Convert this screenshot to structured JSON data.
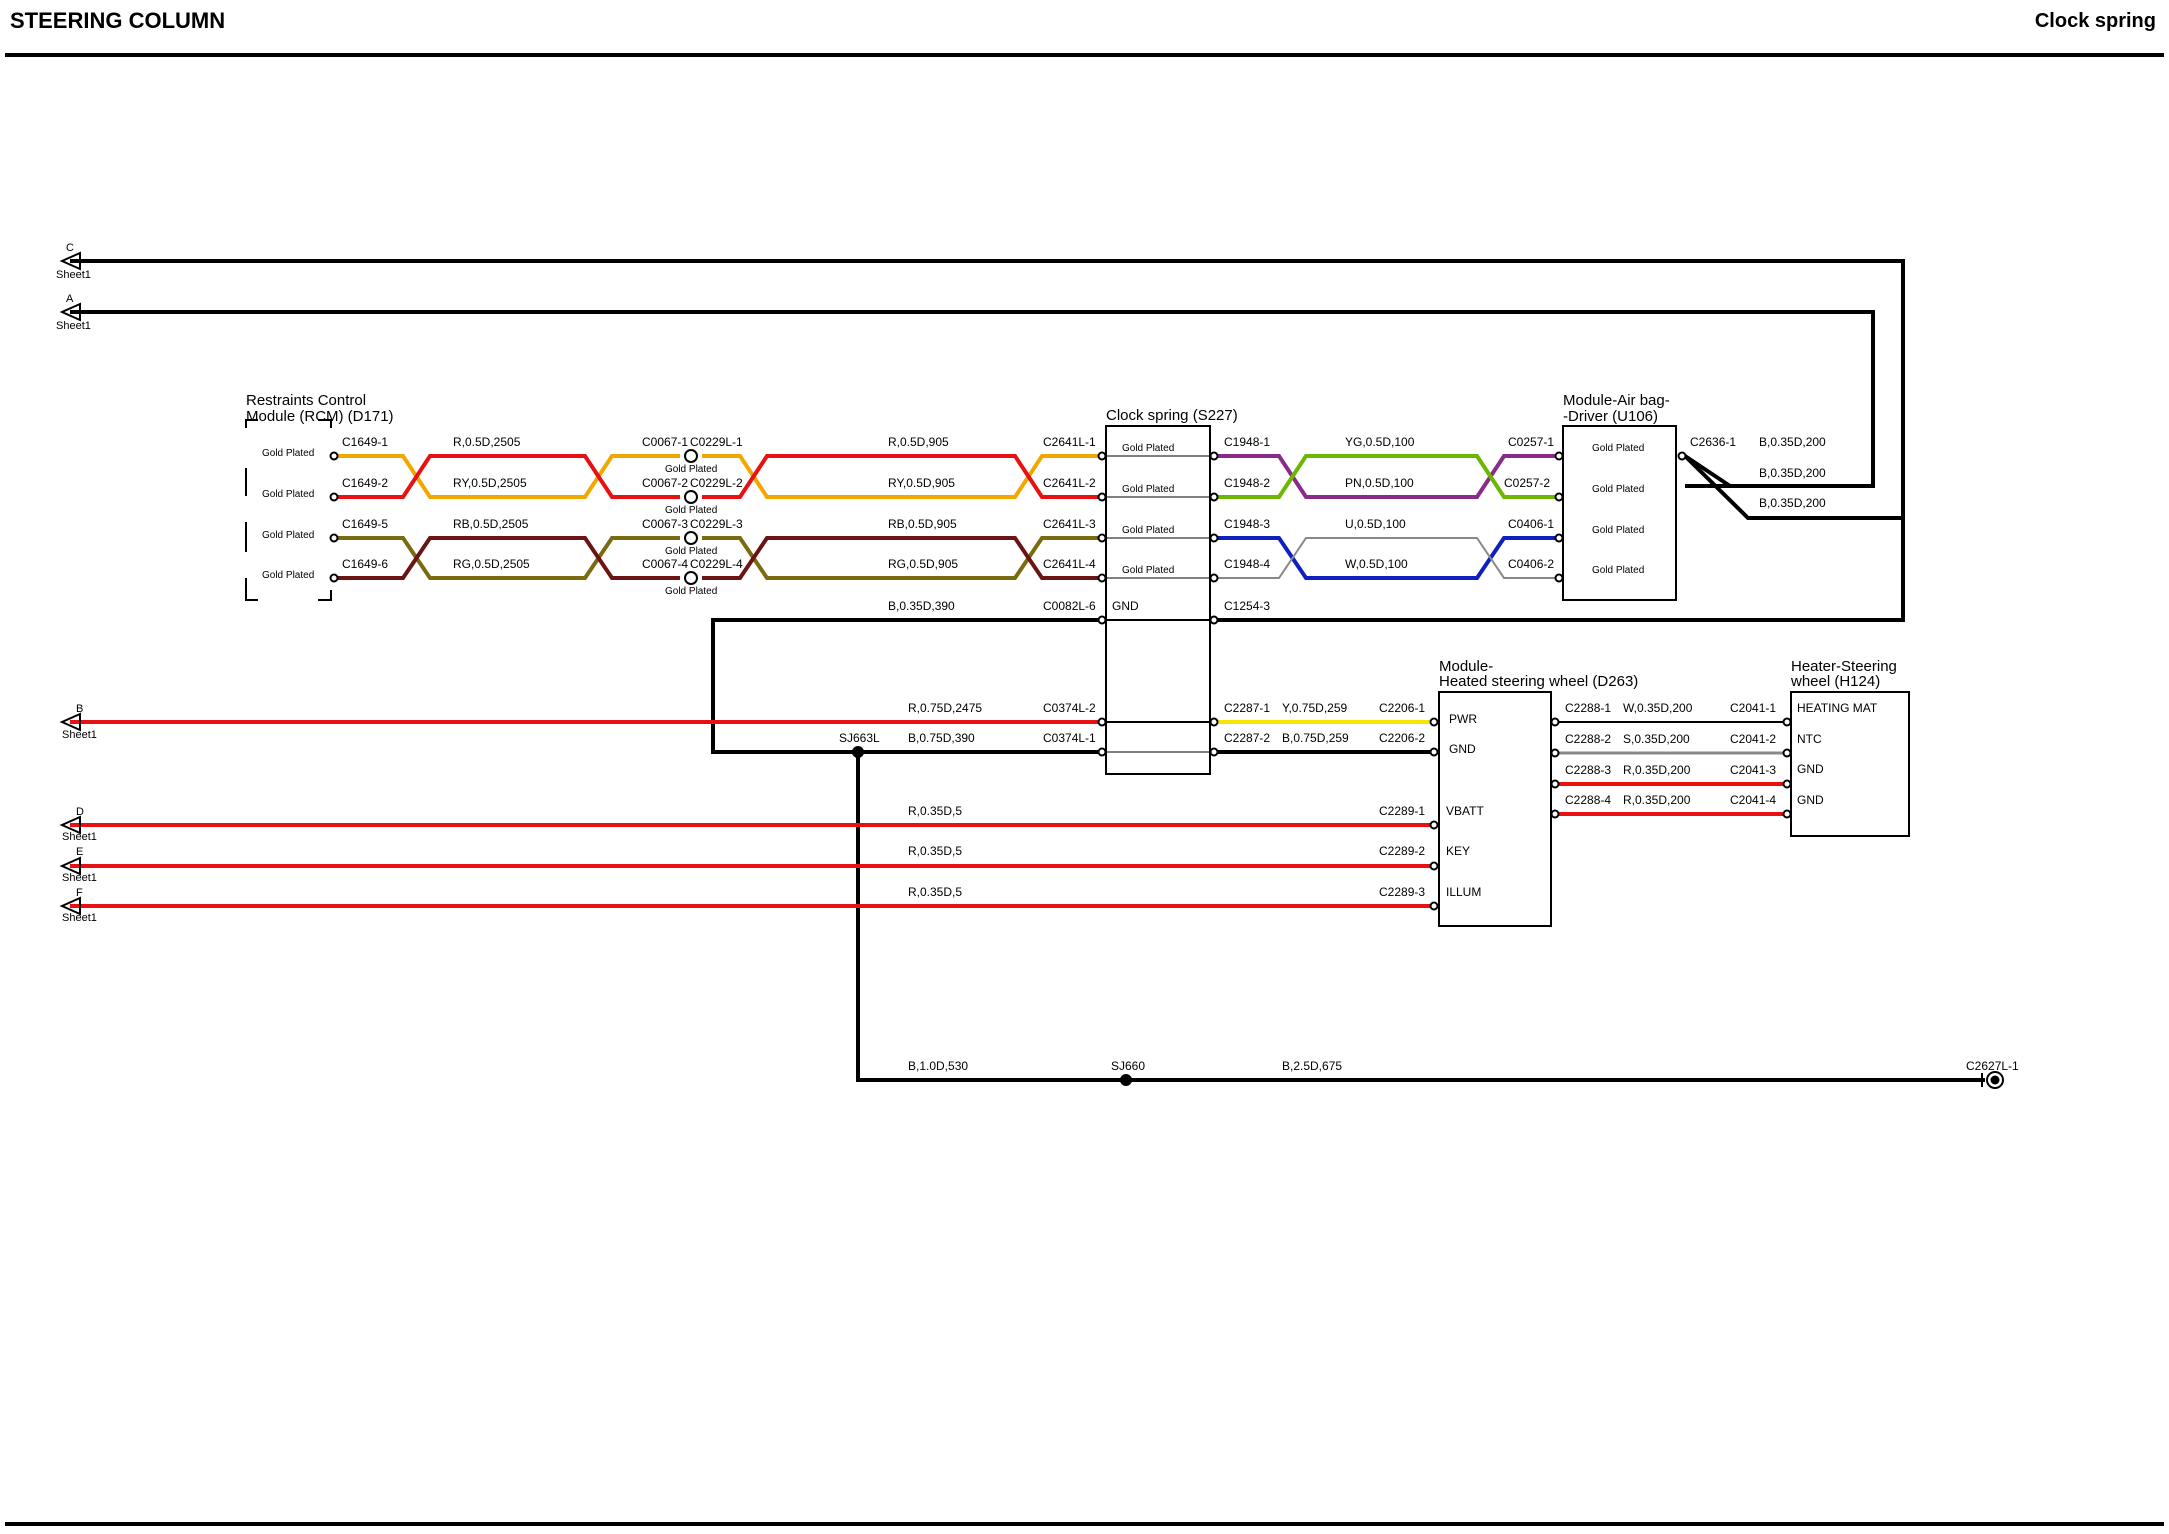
{
  "header": {
    "title": "STEERING COLUMN",
    "subtitle": "Clock spring"
  },
  "colors": {
    "red": "#e81010",
    "orange": "#f0a800",
    "yellow": "#f5e600",
    "brown": "#6a1414",
    "olive": "#7a6a10",
    "purple": "#8a2a8a",
    "green": "#6ab800",
    "blue": "#1020c0",
    "gray": "#888888",
    "black": "#000000"
  },
  "offsheet": {
    "C": {
      "letter": "C",
      "sheet": "Sheet1"
    },
    "A": {
      "letter": "A",
      "sheet": "Sheet1"
    },
    "B": {
      "letter": "B",
      "sheet": "Sheet1"
    },
    "D": {
      "letter": "D",
      "sheet": "Sheet1"
    },
    "E": {
      "letter": "E",
      "sheet": "Sheet1"
    },
    "F": {
      "letter": "F",
      "sheet": "Sheet1"
    }
  },
  "components": {
    "rcm": {
      "line1": "Restraints Control",
      "line2": "Module (RCM) (D171)",
      "gold": [
        "Gold Plated",
        "Gold Plated",
        "Gold Plated",
        "Gold Plated"
      ]
    },
    "clockspring": {
      "title": "Clock spring (S227)",
      "gold": [
        "Gold Plated",
        "Gold Plated",
        "Gold Plated",
        "Gold Plated"
      ],
      "gnd": "GND"
    },
    "airbag": {
      "line1": "Module-Air bag-",
      "line2": "-Driver (U106)",
      "gold": [
        "Gold Plated",
        "Gold Plated",
        "Gold Plated",
        "Gold Plated"
      ]
    },
    "heated": {
      "line1": "Module-",
      "line2": "Heated steering wheel (D263)",
      "pins": [
        "PWR",
        "GND",
        "VBATT",
        "KEY",
        "ILLUM"
      ]
    },
    "heater": {
      "line1": "Heater-Steering",
      "line2": "wheel (H124)",
      "pins": [
        "HEATING MAT",
        "NTC",
        "GND",
        "GND"
      ]
    }
  },
  "connectors": {
    "rcm": [
      "C1649-1",
      "C1649-2",
      "C1649-5",
      "C1649-6"
    ],
    "inline_left": [
      "C0067-1",
      "C0067-2",
      "C0067-3",
      "C0067-4"
    ],
    "inline_right": [
      "C0229L-1",
      "C0229L-2",
      "C0229L-3",
      "C0229L-4"
    ],
    "inline_gold": [
      "Gold Plated",
      "Gold Plated",
      "Gold Plated",
      "Gold Plated"
    ],
    "clock_in": [
      "C2641L-1",
      "C2641L-2",
      "C2641L-3",
      "C2641L-4"
    ],
    "clock_out": [
      "C1948-1",
      "C1948-2",
      "C1948-3",
      "C1948-4"
    ],
    "airbag_in": [
      "C0257-1",
      "C0257-2",
      "C0406-1",
      "C0406-2"
    ],
    "clock_gnd_in": "C0082L-6",
    "clock_gnd_out": "C1254-3",
    "airbag_out": "C2636-1",
    "clock_hw_in": [
      "C0374L-2",
      "C0374L-1"
    ],
    "clock_hw_out": [
      "C2287-1",
      "C2287-2"
    ],
    "heated_in": [
      "C2206-1",
      "C2206-2"
    ],
    "heated_supply": [
      "C2289-1",
      "C2289-2",
      "C2289-3"
    ],
    "heated_out": [
      "C2288-1",
      "C2288-2",
      "C2288-3",
      "C2288-4"
    ],
    "heater_in": [
      "C2041-1",
      "C2041-2",
      "C2041-3",
      "C2041-4"
    ],
    "ground": "C2627L-1"
  },
  "splices": {
    "sj663l": "SJ663L",
    "sj660": "SJ660"
  },
  "wires": {
    "rcm_to_inline": [
      "R,0.5D,2505",
      "RY,0.5D,2505",
      "RB,0.5D,2505",
      "RG,0.5D,2505"
    ],
    "inline_to_clock": [
      "R,0.5D,905",
      "RY,0.5D,905",
      "RB,0.5D,905",
      "RG,0.5D,905"
    ],
    "clock_to_airbag": [
      "YG,0.5D,100",
      "PN,0.5D,100",
      "U,0.5D,100",
      "W,0.5D,100"
    ],
    "airbag_out": [
      "B,0.35D,200",
      "B,0.35D,200",
      "B,0.35D,200"
    ],
    "gnd": "B,0.35D,390",
    "b_in": "R,0.75D,2475",
    "gnd_390": "B,0.75D,390",
    "pwr": "Y,0.75D,259",
    "gnd_259": "B,0.75D,259",
    "supply": [
      "R,0.35D,5",
      "R,0.35D,5",
      "R,0.35D,5"
    ],
    "heater": [
      "W,0.35D,200",
      "S,0.35D,200",
      "R,0.35D,200",
      "R,0.35D,200"
    ],
    "ground_1": "B,1.0D,530",
    "ground_2": "B,2.5D,675"
  }
}
